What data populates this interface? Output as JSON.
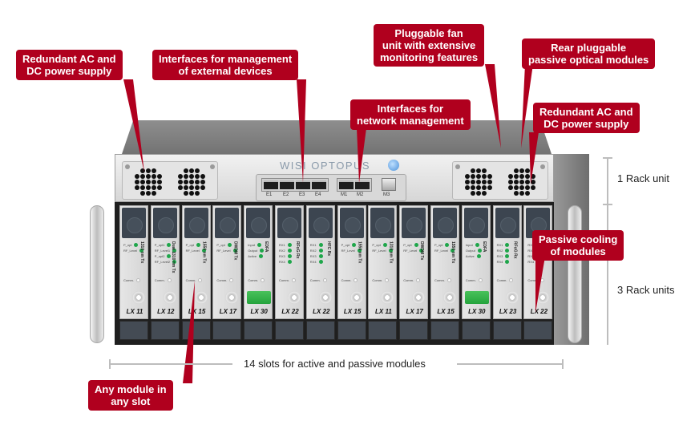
{
  "device": {
    "brand": "WISI OPTOPUS",
    "ports": {
      "ethernet": [
        "E1",
        "E2",
        "E3",
        "E4"
      ],
      "management": [
        "M1",
        "M2"
      ],
      "usb": "M3"
    },
    "modules": [
      {
        "label": "LX 11",
        "type": "1310 nm Tx",
        "leds": [
          "P_opt",
          "RF_Level"
        ],
        "extra_led": "Comm.",
        "connector": "fc"
      },
      {
        "label": "LX 12",
        "type": "Dual 1310 nm Tx",
        "leds": [
          "P_opt1",
          "RF_Level1",
          "P_opt2",
          "RF_Level2"
        ],
        "extra_led": "Comm.",
        "connector": "fc"
      },
      {
        "label": "LX 15",
        "type": "1550 nm Tx",
        "leds": [
          "P_opt",
          "RF_Level"
        ],
        "extra_led": "Comm.",
        "connector": "fc"
      },
      {
        "label": "LX 17",
        "type": "DWDM Tx",
        "leds": [
          "P_opt",
          "RF_Level"
        ],
        "extra_led": "Comm.",
        "connector": "fc"
      },
      {
        "label": "LX 30",
        "type": "EDFA",
        "leds": [
          "Input",
          "Output",
          "Active"
        ],
        "extra_led": "Comm.",
        "connector": "sc-green"
      },
      {
        "label": "LX 22",
        "type": "RFoG Rx",
        "leds": [
          "RX1",
          "RX2",
          "RX3",
          "RX4"
        ],
        "extra_led": "Comm.",
        "connector": "fc"
      },
      {
        "label": "LX 22",
        "type": "HFC Rx",
        "leds": [
          "RX1",
          "RX2",
          "RX3",
          "RX4"
        ],
        "extra_led": "Comm.",
        "connector": "fc"
      },
      {
        "label": "LX 15",
        "type": "1550 nm Tx",
        "leds": [
          "P_opt",
          "RF_Level"
        ],
        "extra_led": "Comm.",
        "connector": "fc"
      },
      {
        "label": "LX 11",
        "type": "1310 nm Tx",
        "leds": [
          "P_opt",
          "RF_Level"
        ],
        "extra_led": "Comm.",
        "connector": "fc"
      },
      {
        "label": "LX 17",
        "type": "DWDM Tx",
        "leds": [
          "P_opt",
          "RF_Level"
        ],
        "extra_led": "Comm.",
        "connector": "fc"
      },
      {
        "label": "LX 15",
        "type": "1550 nm Tx",
        "leds": [
          "P_opt",
          "RF_Level"
        ],
        "extra_led": "Comm.",
        "connector": "fc"
      },
      {
        "label": "LX 30",
        "type": "EDFA",
        "leds": [
          "Input",
          "Output",
          "Active"
        ],
        "extra_led": "Comm.",
        "connector": "sc-green"
      },
      {
        "label": "LX 23",
        "type": "RFoG Rx",
        "leds": [
          "RX1",
          "RX2",
          "RX3",
          "RX4"
        ],
        "extra_led": "Comm.",
        "connector": "fc"
      },
      {
        "label": "LX 22",
        "type": "RFoG Rx",
        "leds": [
          "RX1",
          "RX2",
          "RX3",
          "RX4"
        ],
        "extra_led": "Comm.",
        "connector": "fc"
      }
    ]
  },
  "callouts": {
    "power_left": [
      "Redundant AC and",
      "DC power supply"
    ],
    "ext_mgmt": [
      "Interfaces for management",
      "of external devices"
    ],
    "fan_unit": [
      "Pluggable fan",
      "unit with extensive",
      "monitoring features"
    ],
    "rear_modules": [
      "Rear pluggable",
      "passive optical modules"
    ],
    "net_mgmt": [
      "Interfaces for",
      "network management"
    ],
    "power_right": [
      "Redundant AC and",
      "DC power supply"
    ],
    "passive_cooling": [
      "Passive cooling",
      "of modules"
    ],
    "any_slot": [
      "Any module in",
      "any slot"
    ]
  },
  "dimensions": {
    "top_height": "1 Rack unit",
    "bottom_height": "3 Rack units",
    "width": "14 slots for active and passive modules"
  },
  "colors": {
    "callout_bg": "#b0001e",
    "led_green": "#1ea64a",
    "dimension_line": "#bdbdbd"
  }
}
